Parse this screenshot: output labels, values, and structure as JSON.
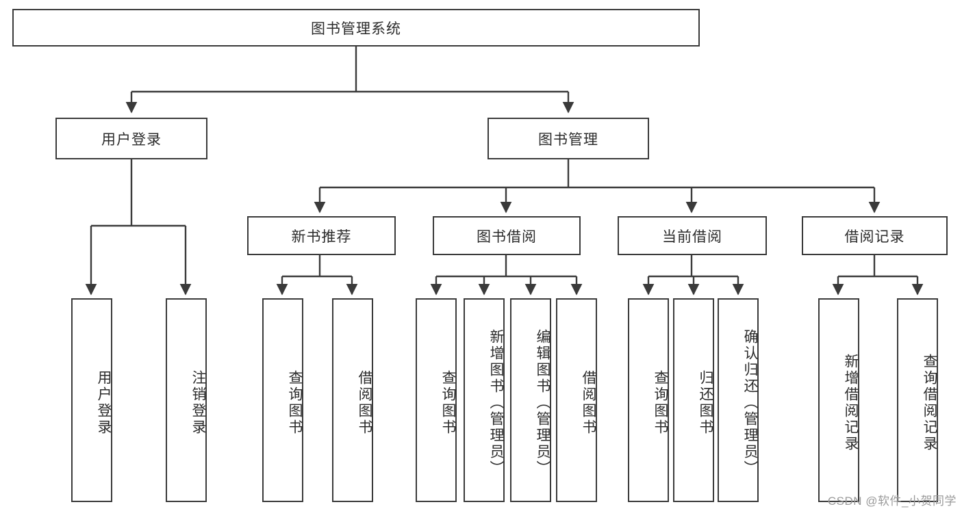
{
  "diagram": {
    "title_node": {
      "label": "图书管理系统"
    },
    "level2": [
      {
        "id": "user-login",
        "label": "用户登录"
      },
      {
        "id": "book-management",
        "label": "图书管理"
      }
    ],
    "level3": [
      {
        "id": "new-book-recommend",
        "label": "新书推荐"
      },
      {
        "id": "book-borrow",
        "label": "图书借阅"
      },
      {
        "id": "current-borrow",
        "label": "当前借阅"
      },
      {
        "id": "borrow-record",
        "label": "借阅记录"
      }
    ],
    "leaves": [
      {
        "id": "leaf-user-login",
        "label": "用户登录",
        "parent": "user-login"
      },
      {
        "id": "leaf-logout-login",
        "label": "注销登录",
        "parent": "user-login"
      },
      {
        "id": "leaf-query-book-1",
        "label": "查询图书",
        "parent": "new-book-recommend"
      },
      {
        "id": "leaf-borrow-book-1",
        "label": "借阅图书",
        "parent": "new-book-recommend"
      },
      {
        "id": "leaf-query-book-2",
        "label": "查询图书",
        "parent": "book-borrow"
      },
      {
        "id": "leaf-add-book",
        "label": "新增图书（管理员）",
        "parent": "book-borrow"
      },
      {
        "id": "leaf-edit-book",
        "label": "编辑图书（管理员）",
        "parent": "book-borrow"
      },
      {
        "id": "leaf-borrow-book-2",
        "label": "借阅图书",
        "parent": "book-borrow"
      },
      {
        "id": "leaf-query-book-3",
        "label": "查询图书",
        "parent": "current-borrow"
      },
      {
        "id": "leaf-return-book",
        "label": "归还图书",
        "parent": "current-borrow"
      },
      {
        "id": "leaf-confirm-return",
        "label": "确认归还（管理员）",
        "parent": "current-borrow"
      },
      {
        "id": "leaf-add-record",
        "label": "新增借阅记录",
        "parent": "borrow-record"
      },
      {
        "id": "leaf-query-record",
        "label": "查询借阅记录",
        "parent": "borrow-record"
      }
    ]
  },
  "watermark": {
    "text": "CSDN @软件_小贺同学"
  },
  "colors": {
    "stroke": "#3a3a3a",
    "text": "#2b2b2b",
    "background": "#ffffff",
    "watermark": "#9a9a9a"
  }
}
